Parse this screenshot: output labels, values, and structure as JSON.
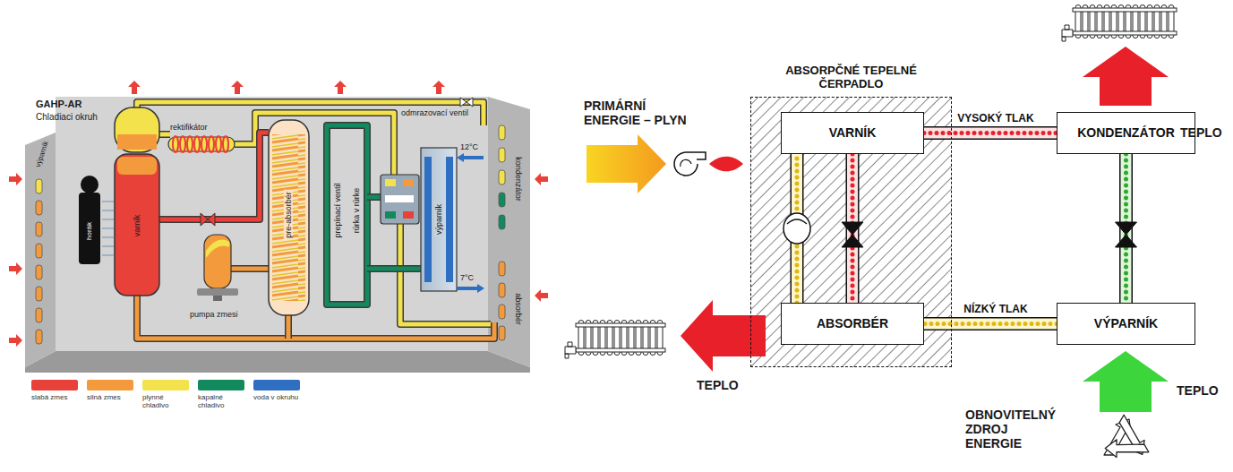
{
  "diagram": {
    "nodes": [
      {
        "text": [
          "ABSORPČNÉ TEPELNÉ ČERPADLO"
        ]
      },
      {
        "text": [
          "VARNÍK"
        ],
        "in": 0
      },
      {
        "text": [
          "ABSORBÉR"
        ],
        "in": 0
      },
      {
        "text": [
          "KONDENZÁTOR"
        ]
      },
      {
        "text": [
          "VÝPARNÍK"
        ]
      }
    ],
    "edges": [
      {
        "from": 1,
        "to": 3,
        "label": "VYSOKÝ TLAK",
        "arrow": "none"
      },
      {
        "from": 3,
        "to": 4,
        "arrow": "none"
      },
      {
        "from": 4,
        "to": 2,
        "label": "NÍZKÝ TLAK",
        "arrow": "none"
      },
      {
        "from": 2,
        "to": 1,
        "arrow": "none"
      },
      {
        "from": 1,
        "to": 2,
        "arrow": "none"
      }
    ],
    "labels": [
      "GAHP-AR",
      "Chladiaci okruh",
      "výparník",
      "rektifikátor",
      "varník",
      "horák",
      "pre-absorbér",
      "rúrka v rúrke",
      "prepínací ventil",
      "výparník",
      "odmrazovací ventil",
      "12°C",
      "7°C",
      "kondenzátor",
      "absorbér",
      "pumpa zmesi",
      "PRIMÁRNÍ ENERGIE – PLYN",
      "TEPLO",
      "TEPLO",
      "TEPLO",
      "OBNOVITELNÝ ZDROJ ENERGIE"
    ],
    "legend": [
      {
        "text": "slabá zmes",
        "color": "#e8413a"
      },
      {
        "text": "silná zmes",
        "color": "#f39a3d"
      },
      {
        "text": "plynné chladivo",
        "color": "#f3e24b"
      },
      {
        "text": "kapalné chladivo",
        "color": "#138a5e"
      },
      {
        "text": "voda v okruhu",
        "color": "#2e6fc2"
      }
    ]
  }
}
